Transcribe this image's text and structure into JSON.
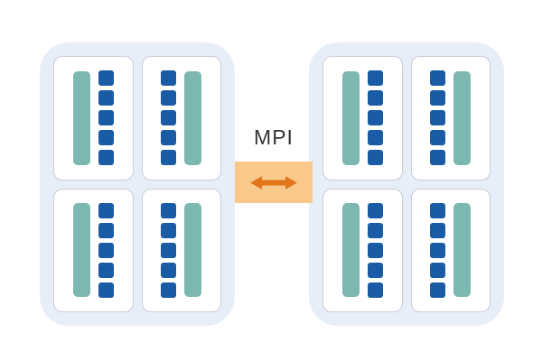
{
  "diagram": {
    "label": "MPI",
    "colors": {
      "node_fill": "#e8eef8",
      "socket_fill": "#ffffff",
      "socket_border": "#c7ccd8",
      "memory_bar": "#7db8b0",
      "core": "#1a5ba6",
      "link_fill": "#f9c98c",
      "link_arrow": "#e2761b",
      "label_text": "#333333"
    },
    "nodes": [
      {
        "name": "node-left",
        "sockets": [
          {
            "memory_side": "left",
            "core_count": 5
          },
          {
            "memory_side": "right",
            "core_count": 5
          },
          {
            "memory_side": "left",
            "core_count": 5
          },
          {
            "memory_side": "right",
            "core_count": 5
          }
        ]
      },
      {
        "name": "node-right",
        "sockets": [
          {
            "memory_side": "left",
            "core_count": 5
          },
          {
            "memory_side": "right",
            "core_count": 5
          },
          {
            "memory_side": "left",
            "core_count": 5
          },
          {
            "memory_side": "right",
            "core_count": 5
          }
        ]
      }
    ]
  }
}
